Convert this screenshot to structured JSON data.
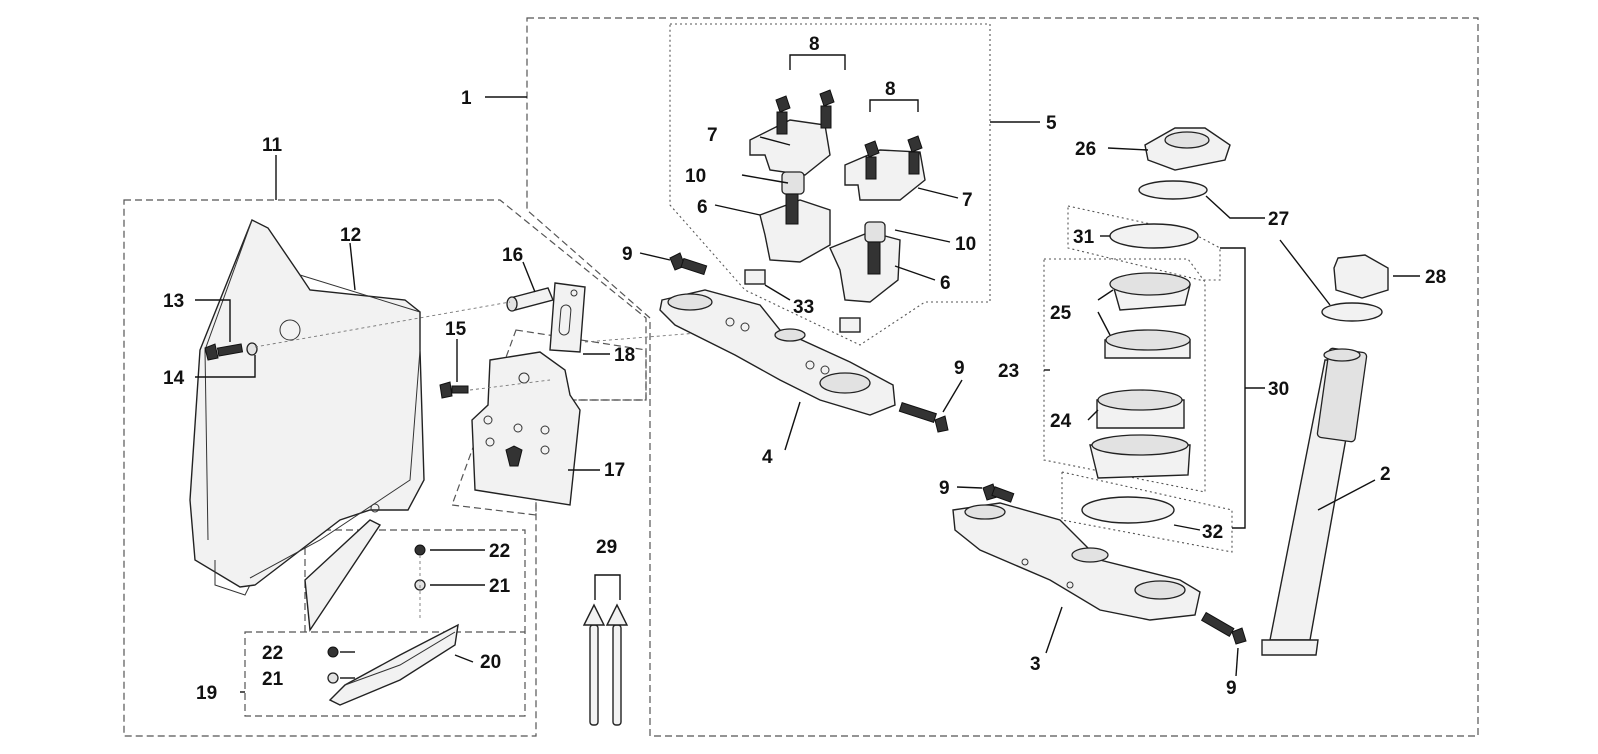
{
  "callouts": [
    {
      "id": "1",
      "text": "1"
    },
    {
      "id": "2",
      "text": "2"
    },
    {
      "id": "3",
      "text": "3"
    },
    {
      "id": "4",
      "text": "4"
    },
    {
      "id": "5",
      "text": "5"
    },
    {
      "id": "6a",
      "text": "6"
    },
    {
      "id": "6b",
      "text": "6"
    },
    {
      "id": "7a",
      "text": "7"
    },
    {
      "id": "7b",
      "text": "7"
    },
    {
      "id": "8a",
      "text": "8"
    },
    {
      "id": "8b",
      "text": "8"
    },
    {
      "id": "9a",
      "text": "9"
    },
    {
      "id": "9b",
      "text": "9"
    },
    {
      "id": "9c",
      "text": "9"
    },
    {
      "id": "9d",
      "text": "9"
    },
    {
      "id": "10a",
      "text": "10"
    },
    {
      "id": "10b",
      "text": "10"
    },
    {
      "id": "11",
      "text": "11"
    },
    {
      "id": "12",
      "text": "12"
    },
    {
      "id": "13",
      "text": "13"
    },
    {
      "id": "14",
      "text": "14"
    },
    {
      "id": "15",
      "text": "15"
    },
    {
      "id": "16",
      "text": "16"
    },
    {
      "id": "17",
      "text": "17"
    },
    {
      "id": "18",
      "text": "18"
    },
    {
      "id": "19",
      "text": "19"
    },
    {
      "id": "20",
      "text": "20"
    },
    {
      "id": "21a",
      "text": "21"
    },
    {
      "id": "21b",
      "text": "21"
    },
    {
      "id": "22a",
      "text": "22"
    },
    {
      "id": "22b",
      "text": "22"
    },
    {
      "id": "23",
      "text": "23"
    },
    {
      "id": "24",
      "text": "24"
    },
    {
      "id": "25",
      "text": "25"
    },
    {
      "id": "26",
      "text": "26"
    },
    {
      "id": "27",
      "text": "27"
    },
    {
      "id": "28",
      "text": "28"
    },
    {
      "id": "29",
      "text": "29"
    },
    {
      "id": "30",
      "text": "30"
    },
    {
      "id": "31",
      "text": "31"
    },
    {
      "id": "32",
      "text": "32"
    },
    {
      "id": "33",
      "text": "33"
    }
  ],
  "icons": {
    "style": "monochrome line art",
    "stroke": "#222222",
    "fill": "#f2f2f2"
  }
}
